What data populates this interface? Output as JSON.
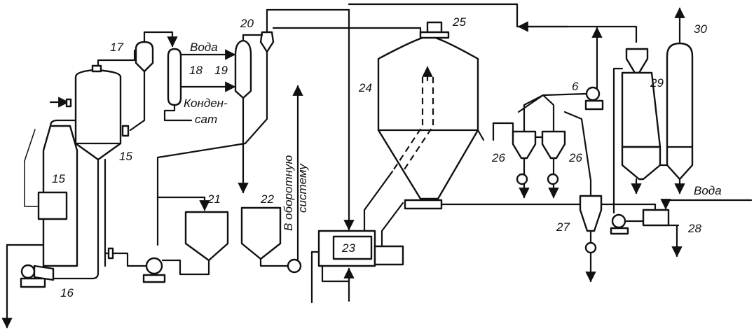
{
  "diagram": {
    "equipment_numbers": {
      "n6": "6",
      "n15a": "15",
      "n15b": "15",
      "n16": "16",
      "n17": "17",
      "n18": "18",
      "n19": "19",
      "n20": "20",
      "n21": "21",
      "n22": "22",
      "n23": "23",
      "n24": "24",
      "n25": "25",
      "n26a": "26",
      "n26b": "26",
      "n27": "27",
      "n28": "28",
      "n29": "29",
      "n30": "30"
    },
    "labels": {
      "water_top": "Вода",
      "condensate_line1": "Конден-",
      "condensate_line2": "сат",
      "recycle_line1": "В оборотную",
      "recycle_line2": "систему",
      "water_right": "Вода"
    }
  }
}
